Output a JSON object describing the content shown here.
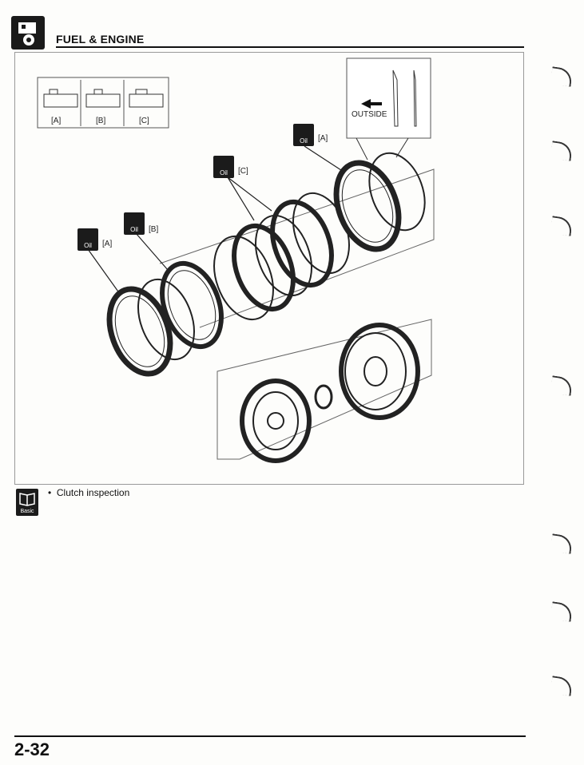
{
  "header": {
    "title": "FUEL & ENGINE"
  },
  "figure": {
    "callouts": {
      "oil_a_top": "[A]",
      "oil_c": "[C]",
      "oil_b": "[B]",
      "oil_a_left": "[A]"
    },
    "oil_badge": "Oil",
    "legend": {
      "labels": [
        "[A]",
        "[B]",
        "[C]"
      ]
    },
    "inset_label": "OUTSIDE"
  },
  "note": {
    "icon_label": "Basic",
    "bullet": "•",
    "text": "Clutch inspection"
  },
  "footer": {
    "page_number": "2-32"
  }
}
